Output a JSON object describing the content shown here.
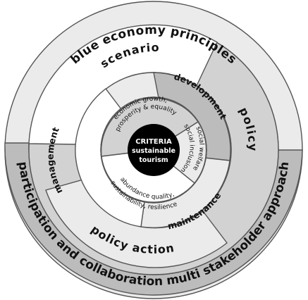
{
  "outer_ring": {
    "top_label": "blue economy principles",
    "bottom_label": "participation and collaboration multi stakeholder approach"
  },
  "middle_ring": {
    "scenario": "scenario",
    "policy": "policy",
    "policy_action": "policy action"
  },
  "inner_ring": {
    "development": "development",
    "maintenance": "maintenance",
    "management": "management"
  },
  "criteria_ring": {
    "economic_line1": "economic growth,",
    "economic_line2": "prosperity & equality",
    "social_line1": "social welfare",
    "social_line2": "social inclusion",
    "abundance_line1": "abundance quality,",
    "abundance_line2": "sustainability, resilience"
  },
  "core": {
    "line1": "CRITERIA",
    "line2": "sustainable",
    "line3": "tourism"
  },
  "colors": {
    "light": "#ebebeb",
    "mid": "#d2d2d2",
    "dark": "#bcbcbc",
    "white": "#ffffff",
    "core": "#000000",
    "stroke": "#555555"
  }
}
